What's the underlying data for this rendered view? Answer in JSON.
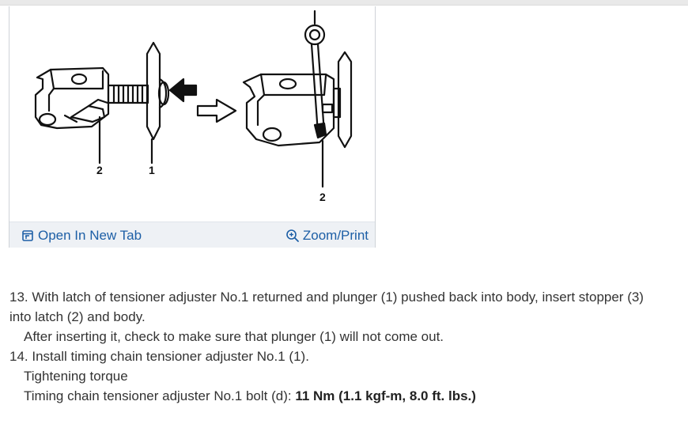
{
  "figure": {
    "callouts": {
      "left_two": "2",
      "left_one": "1",
      "right_two": "2"
    },
    "open_tab_label": "Open In New Tab",
    "zoom_label": "Zoom/Print"
  },
  "instructions": {
    "step13_line1": "13. With latch of tensioner adjuster No.1 returned and plunger (1) pushed back into body, insert stopper (3)",
    "step13_line2": "into latch (2) and body.",
    "step13_note": "After inserting it, check to make sure that plunger (1) will not come out.",
    "step14": "14. Install timing chain tensioner adjuster No.1 (1).",
    "torque_heading": "Tightening torque",
    "torque_item": "Timing chain tensioner adjuster No.1 bolt (d): ",
    "torque_value": "11 Nm (1.1 kgf-m, 8.0 ft. lbs.)"
  }
}
